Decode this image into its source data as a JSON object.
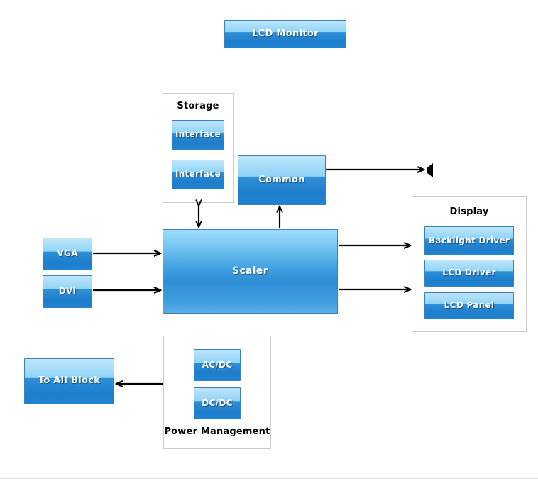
{
  "diagram": {
    "title_block": {
      "label": "LCD Monitor"
    },
    "blocks": {
      "storage_interface_1": {
        "label": "Interface"
      },
      "storage_interface_2": {
        "label": "Interface"
      },
      "common": {
        "label": "Common"
      },
      "scaler": {
        "label": "Scaler"
      },
      "vga": {
        "label": "VGA"
      },
      "dvi": {
        "label": "DVI"
      },
      "backlight_driver": {
        "label": "Backlight Driver"
      },
      "lcd_driver": {
        "label": "LCD Driver"
      },
      "lcd_panel": {
        "label": "LCD Panel"
      },
      "ac_dc": {
        "label": "AC/DC"
      },
      "dc_dc": {
        "label": "DC/DC"
      },
      "to_all_block": {
        "label": "To All Block"
      }
    },
    "groups": {
      "storage": {
        "title": "Storage"
      },
      "display": {
        "title": "Display"
      },
      "power_management": {
        "title": "Power Management"
      }
    },
    "icons": {
      "speaker": {
        "name": "speaker-icon"
      }
    },
    "colors": {
      "block_border": "#3a7fbe",
      "block_gradient_top": "#bfe6fb",
      "block_gradient_bottom": "#1e84d2",
      "group_border": "#cccccc",
      "connector": "#000000",
      "text_on_block": "#ffffff",
      "text_title": "#000000",
      "background": "#ffffff",
      "footer_rule": "#e2e2e2"
    },
    "connections": [
      {
        "from": "vga",
        "to": "scaler",
        "type": "arrow"
      },
      {
        "from": "dvi",
        "to": "scaler",
        "type": "arrow"
      },
      {
        "from": "storage",
        "to": "scaler",
        "type": "double-arrow"
      },
      {
        "from": "scaler",
        "to": "common",
        "type": "arrow"
      },
      {
        "from": "common",
        "to": "speaker",
        "type": "arrow"
      },
      {
        "from": "scaler",
        "to": "display-backlight",
        "type": "arrow"
      },
      {
        "from": "scaler",
        "to": "display-panel",
        "type": "arrow"
      },
      {
        "from": "power_management",
        "to": "to_all_block",
        "type": "arrow"
      }
    ]
  }
}
